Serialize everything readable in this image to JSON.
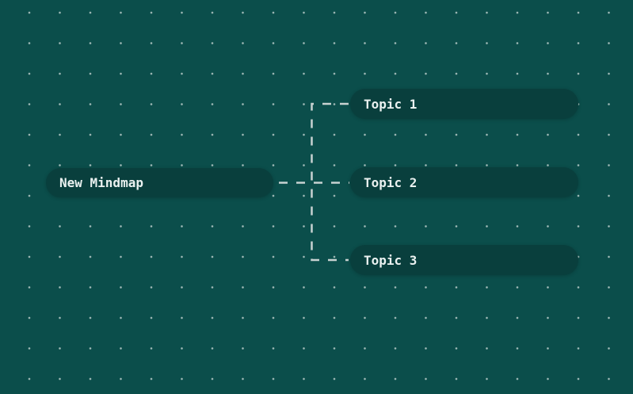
{
  "canvas": {
    "background_color": "#0b4e4b",
    "grid_dot_color": "#a0bab7",
    "connector_color": "#c8d2d1",
    "node_fill_color": "#093f3d",
    "node_text_color": "#eaf1f0"
  },
  "nodes": {
    "root": {
      "label": "New Mindmap"
    },
    "children": [
      {
        "label": "Topic 1"
      },
      {
        "label": "Topic 2"
      },
      {
        "label": "Topic 3"
      }
    ]
  }
}
